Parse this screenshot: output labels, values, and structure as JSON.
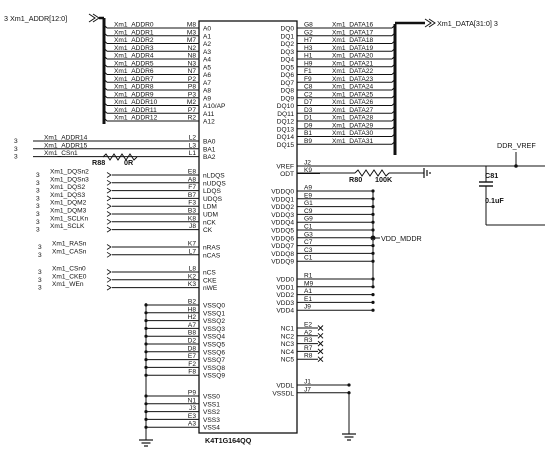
{
  "schematic": {
    "bus_addr_in": "3  Xm1_ADDR[12:0]",
    "bus_data_out": "Xm1_DATA[31:0]  3",
    "part_name": "K4T1G164QQ",
    "vref_label": "DDR_VREF",
    "vddq_net": "VDD_MDDR",
    "r_vref_name": "R80",
    "r_vref_value": "100K",
    "r_cs_name": "R88",
    "r_cs_value": "0R",
    "cap_name": "C81",
    "cap_value": "0.1uF",
    "ref_prefix": "3",
    "left_bus_pins": [
      {
        "net": "Xm1_ADDR0",
        "pin": "M8",
        "name": "A0"
      },
      {
        "net": "Xm1_ADDR1",
        "pin": "M3",
        "name": "A1"
      },
      {
        "net": "Xm1_ADDR2",
        "pin": "M7",
        "name": "A2"
      },
      {
        "net": "Xm1_ADDR3",
        "pin": "N2",
        "name": "A3"
      },
      {
        "net": "Xm1_ADDR4",
        "pin": "N8",
        "name": "A4"
      },
      {
        "net": "Xm1_ADDR5",
        "pin": "N3",
        "name": "A5"
      },
      {
        "net": "Xm1_ADDR6",
        "pin": "N7",
        "name": "A6"
      },
      {
        "net": "Xm1_ADDR7",
        "pin": "P2",
        "name": "A7"
      },
      {
        "net": "Xm1_ADDR8",
        "pin": "P8",
        "name": "A8"
      },
      {
        "net": "Xm1_ADDR9",
        "pin": "P3",
        "name": "A9"
      },
      {
        "net": "Xm1_ADDR10",
        "pin": "M2",
        "name": "A10/AP"
      },
      {
        "net": "Xm1_ADDR11",
        "pin": "P7",
        "name": "A11"
      },
      {
        "net": "Xm1_ADDR12",
        "pin": "R2",
        "name": "A12"
      }
    ],
    "left_bank_pins": [
      {
        "net": "Xm1_ADDR14",
        "pin": "L2",
        "name": "BA0"
      },
      {
        "net": "Xm1_ADDR15",
        "pin": "L3",
        "name": "BA1"
      },
      {
        "net": "Xm1_CSn1",
        "pin": "L1",
        "name": "BA2"
      }
    ],
    "left_ctrl_pins": [
      {
        "net": "Xm1_DQSn2",
        "pin": "E8",
        "name": "nLDQS"
      },
      {
        "net": "Xm1_DQSn3",
        "pin": "A8",
        "name": "nUDQS"
      },
      {
        "net": "Xm1_DQS2",
        "pin": "F7",
        "name": "LDQS"
      },
      {
        "net": "Xm1_DQS3",
        "pin": "B7",
        "name": "UDQS"
      },
      {
        "net": "Xm1_DQM2",
        "pin": "F3",
        "name": "LDM"
      },
      {
        "net": "Xm1_DQM3",
        "pin": "B3",
        "name": "UDM"
      },
      {
        "net": "Xm1_SCLKn",
        "pin": "K8",
        "name": "nCK"
      },
      {
        "net": "Xm1_SCLK",
        "pin": "J8",
        "name": "CK"
      }
    ],
    "left_cmd_pins": [
      {
        "net": "Xm1_RASn",
        "pin": "K7",
        "name": "nRAS"
      },
      {
        "net": "Xm1_CASn",
        "pin": "L7",
        "name": "nCAS"
      }
    ],
    "left_cs_pins": [
      {
        "net": "Xm1_CSn0",
        "pin": "L8",
        "name": "nCS"
      },
      {
        "net": "Xm1_CKE0",
        "pin": "K2",
        "name": "CKE"
      },
      {
        "net": "Xm1_WEn",
        "pin": "K3",
        "name": "nWE"
      }
    ],
    "vssq_pins": [
      {
        "pin": "B2",
        "name": "VSSQ0"
      },
      {
        "pin": "H8",
        "name": "VSSQ1"
      },
      {
        "pin": "H2",
        "name": "VSSQ2"
      },
      {
        "pin": "A7",
        "name": "VSSQ3"
      },
      {
        "pin": "B8",
        "name": "VSSQ4"
      },
      {
        "pin": "D2",
        "name": "VSSQ5"
      },
      {
        "pin": "D8",
        "name": "VSSQ6"
      },
      {
        "pin": "E7",
        "name": "VSSQ7"
      },
      {
        "pin": "F2",
        "name": "VSSQ8"
      },
      {
        "pin": "F8",
        "name": "VSSQ9"
      }
    ],
    "vss_pins": [
      {
        "pin": "P9",
        "name": "VSS0"
      },
      {
        "pin": "N1",
        "name": "VSS1"
      },
      {
        "pin": "J3",
        "name": "VSS2"
      },
      {
        "pin": "E3",
        "name": "VSS3"
      },
      {
        "pin": "A3",
        "name": "VSS4"
      }
    ],
    "right_dq_pins": [
      {
        "name": "DQ0",
        "pin": "G8",
        "net": "Xm1_DATA16"
      },
      {
        "name": "DQ1",
        "pin": "G2",
        "net": "Xm1_DATA17"
      },
      {
        "name": "DQ2",
        "pin": "H7",
        "net": "Xm1_DATA18"
      },
      {
        "name": "DQ3",
        "pin": "H3",
        "net": "Xm1_DATA19"
      },
      {
        "name": "DQ4",
        "pin": "H1",
        "net": "Xm1_DATA20"
      },
      {
        "name": "DQ5",
        "pin": "H9",
        "net": "Xm1_DATA21"
      },
      {
        "name": "DQ6",
        "pin": "F1",
        "net": "Xm1_DATA22"
      },
      {
        "name": "DQ7",
        "pin": "F9",
        "net": "Xm1_DATA23"
      },
      {
        "name": "DQ8",
        "pin": "C8",
        "net": "Xm1_DATA24"
      },
      {
        "name": "DQ9",
        "pin": "C2",
        "net": "Xm1_DATA25"
      },
      {
        "name": "DQ10",
        "pin": "D7",
        "net": "Xm1_DATA26"
      },
      {
        "name": "DQ11",
        "pin": "D3",
        "net": "Xm1_DATA27"
      },
      {
        "name": "DQ12",
        "pin": "D1",
        "net": "Xm1_DATA28"
      },
      {
        "name": "DQ13",
        "pin": "D9",
        "net": "Xm1_DATA29"
      },
      {
        "name": "DQ14",
        "pin": "B1",
        "net": "Xm1_DATA30"
      },
      {
        "name": "DQ15",
        "pin": "B9",
        "net": "Xm1_DATA31"
      }
    ],
    "right_vref_pins": [
      {
        "name": "VREF",
        "pin": "J2"
      },
      {
        "name": "ODT",
        "pin": "K9"
      }
    ],
    "vddq_pins": [
      {
        "name": "VDDQ0",
        "pin": "A9"
      },
      {
        "name": "VDDQ1",
        "pin": "E9"
      },
      {
        "name": "VDDQ2",
        "pin": "G1"
      },
      {
        "name": "VDDQ3",
        "pin": "C9"
      },
      {
        "name": "VDDQ4",
        "pin": "G9"
      },
      {
        "name": "VDDQ5",
        "pin": "C1"
      },
      {
        "name": "VDDQ6",
        "pin": "G3"
      },
      {
        "name": "VDDQ7",
        "pin": "C7"
      },
      {
        "name": "VDDQ8",
        "pin": "C3"
      },
      {
        "name": "VDDQ9",
        "pin": "C1"
      }
    ],
    "vdd_pins": [
      {
        "name": "VDD0",
        "pin": "R1"
      },
      {
        "name": "VDD1",
        "pin": "M9"
      },
      {
        "name": "VDD2",
        "pin": "A1"
      },
      {
        "name": "VDD3",
        "pin": "E1"
      },
      {
        "name": "VDD4",
        "pin": "J9"
      }
    ],
    "nc_pins": [
      {
        "name": "NC1",
        "pin": "E2"
      },
      {
        "name": "NC2",
        "pin": "A2"
      },
      {
        "name": "NC3",
        "pin": "R3"
      },
      {
        "name": "NC4",
        "pin": "R7"
      },
      {
        "name": "NC5",
        "pin": "R8"
      }
    ],
    "vddl_pins": [
      {
        "name": "VDDL",
        "pin": "J1"
      },
      {
        "name": "VSSDL",
        "pin": "J7"
      }
    ]
  }
}
